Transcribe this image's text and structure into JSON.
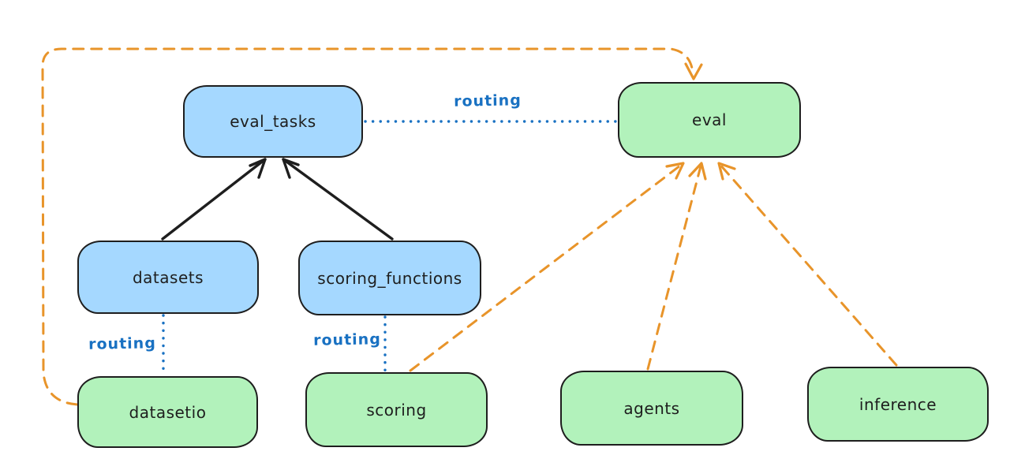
{
  "diagram": {
    "nodes": [
      {
        "id": "eval_tasks",
        "label": "eval_tasks",
        "color": "blue"
      },
      {
        "id": "eval",
        "label": "eval",
        "color": "green"
      },
      {
        "id": "datasets",
        "label": "datasets",
        "color": "blue"
      },
      {
        "id": "scoring_functions",
        "label": "scoring_functions",
        "color": "blue"
      },
      {
        "id": "datasetio",
        "label": "datasetio",
        "color": "green"
      },
      {
        "id": "scoring",
        "label": "scoring",
        "color": "green"
      },
      {
        "id": "agents",
        "label": "agents",
        "color": "green"
      },
      {
        "id": "inference",
        "label": "inference",
        "color": "green"
      }
    ],
    "edges": [
      {
        "from": "datasets",
        "to": "eval_tasks",
        "style": "solid-arrow",
        "label": ""
      },
      {
        "from": "scoring_functions",
        "to": "eval_tasks",
        "style": "solid-arrow",
        "label": ""
      },
      {
        "from": "eval_tasks",
        "to": "eval",
        "style": "dotted",
        "label": "routing"
      },
      {
        "from": "datasets",
        "to": "datasetio",
        "style": "dotted",
        "label": "routing"
      },
      {
        "from": "scoring_functions",
        "to": "scoring",
        "style": "dotted",
        "label": "routing"
      },
      {
        "from": "datasetio",
        "to": "eval",
        "style": "dashed-arrow",
        "label": ""
      },
      {
        "from": "scoring",
        "to": "eval",
        "style": "dashed-arrow",
        "label": ""
      },
      {
        "from": "agents",
        "to": "eval",
        "style": "dashed-arrow",
        "label": ""
      },
      {
        "from": "inference",
        "to": "eval",
        "style": "dashed-arrow",
        "label": ""
      }
    ],
    "colors": {
      "blue_fill": "#a5d8ff",
      "green_fill": "#b2f2bb",
      "stroke": "#1e1e1e",
      "orange": "#e8942a",
      "routing_blue": "#1971c2",
      "background": "#ffffff"
    }
  }
}
